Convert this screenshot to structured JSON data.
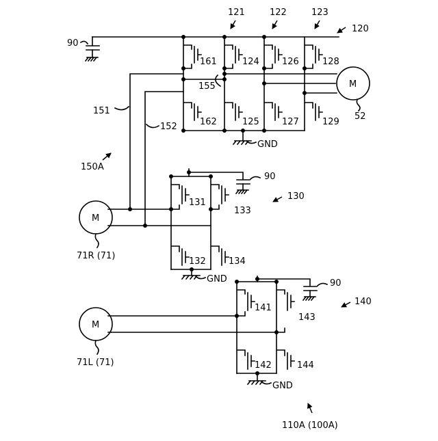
{
  "colors": {
    "line": "#000000",
    "background": "#ffffff"
  },
  "labels": {
    "ref_121": "121",
    "ref_122": "122",
    "ref_123": "123",
    "ref_120": "120",
    "ref_90_top": "90",
    "ref_90_mid": "90",
    "ref_90_low": "90",
    "motor_52_letter": "M",
    "ref_52": "52",
    "motor_71r_letter": "M",
    "ref_71r": "71R (71)",
    "motor_71l_letter": "M",
    "ref_71l": "71L (71)",
    "ref_161": "161",
    "ref_124": "124",
    "ref_126": "126",
    "ref_128": "128",
    "ref_162": "162",
    "ref_125": "125",
    "ref_127": "127",
    "ref_129": "129",
    "ref_155": "155",
    "ref_151": "151",
    "ref_152": "152",
    "ref_150a": "150A",
    "gnd_top": "GND",
    "gnd_mid": "GND",
    "gnd_low": "GND",
    "ref_130": "130",
    "ref_131": "131",
    "ref_132": "132",
    "ref_133": "133",
    "ref_134": "134",
    "ref_140": "140",
    "ref_141": "141",
    "ref_142": "142",
    "ref_143": "143",
    "ref_144": "144",
    "ref_110a": "110A (100A)"
  }
}
